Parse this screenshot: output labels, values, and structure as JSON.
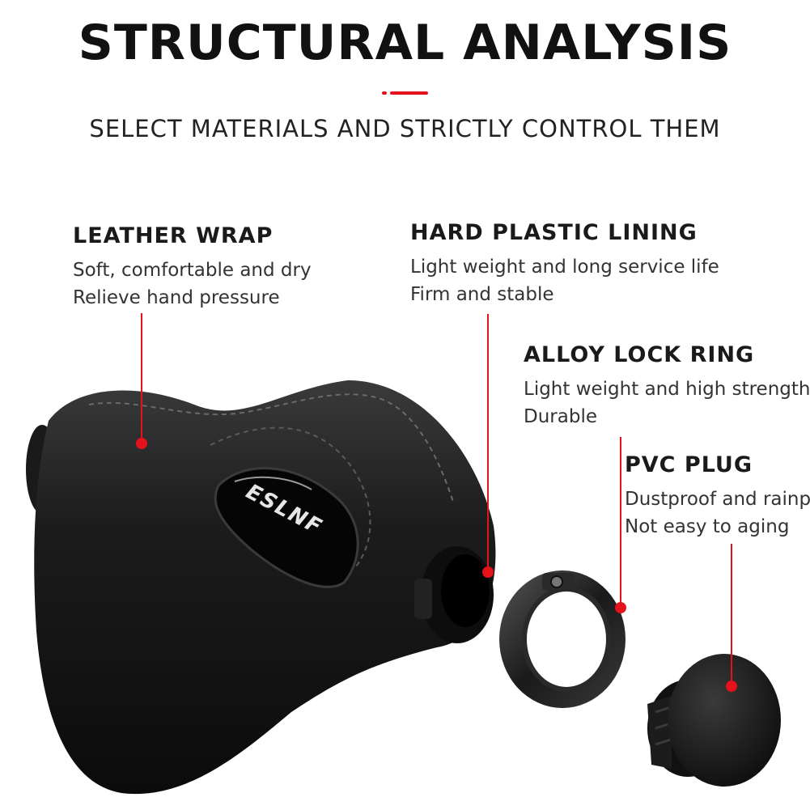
{
  "header": {
    "title": "STRUCTURAL ANALYSIS",
    "subtitle": "SELECT MATERIALS AND STRICTLY CONTROL THEM"
  },
  "brand": {
    "logo_text": "ESLNF"
  },
  "callouts": [
    {
      "id": "leather-wrap",
      "heading": "LEATHER WRAP",
      "line1": "Soft, comfortable and dry",
      "line2": "Relieve hand pressure"
    },
    {
      "id": "hard-plastic-lining",
      "heading": "HARD PLASTIC LINING",
      "line1": "Light weight and long service life",
      "line2": "Firm and stable"
    },
    {
      "id": "alloy-lock-ring",
      "heading": "ALLOY LOCK RING",
      "line1": "Light weight and high strength",
      "line2": "Durable"
    },
    {
      "id": "pvc-plug",
      "heading": "PVC PLUG",
      "line1": "Dustproof and rainp",
      "line2": "Not easy to aging"
    }
  ],
  "colors": {
    "accent": "#e3121b",
    "product_dark": "#151515"
  }
}
